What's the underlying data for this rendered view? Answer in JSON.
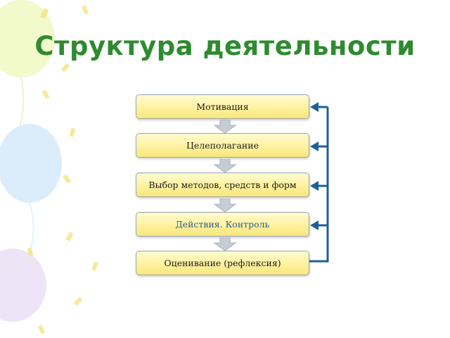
{
  "title": "Структура деятельности",
  "steps": [
    {
      "label": "Мотивация"
    },
    {
      "label": "Целеполагание"
    },
    {
      "label": "Выбор методов, средств и форм"
    },
    {
      "label": "Действия. Контроль"
    },
    {
      "label": "Оценивание  (рефлексия)"
    }
  ],
  "colors": {
    "title": "#2e8b2e",
    "box_fill": "#fff3a3",
    "box_border": "#9aa3b5",
    "feedback_line": "#1f5f96",
    "down_arrow": "#c8ccd4"
  }
}
